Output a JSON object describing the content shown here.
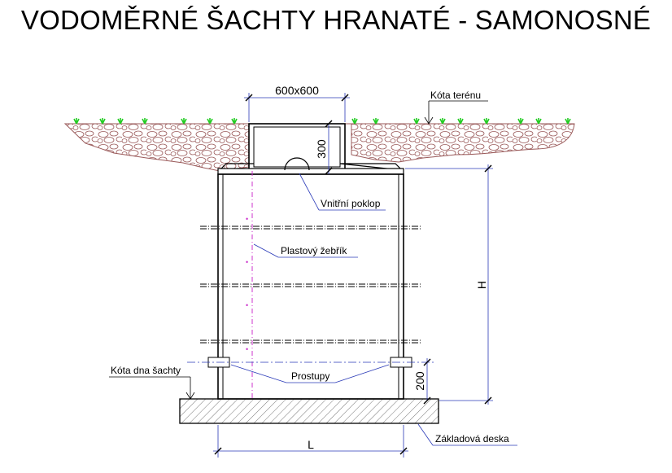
{
  "title": "VODOMĚRNÉ ŠACHTY HRANATÉ - SAMONOSNÉ",
  "dimensions": {
    "opening": "600x600",
    "neck_height": "300",
    "height": "H",
    "length": "L",
    "bottom_offset": "200"
  },
  "labels": {
    "terrain": "Kóta terénu",
    "inner_cover": "Vnitřní poklop",
    "ladder": "Plastový žebřík",
    "bottom": "Kóta dna šachty",
    "penetrations": "Prostupy",
    "base_slab": "Základová deska"
  },
  "colors": {
    "ink": "#000000",
    "leader": "#2a3ab8",
    "soil": "#9a5a5a",
    "grass": "#22cc22",
    "ladder": "#cc33cc"
  }
}
